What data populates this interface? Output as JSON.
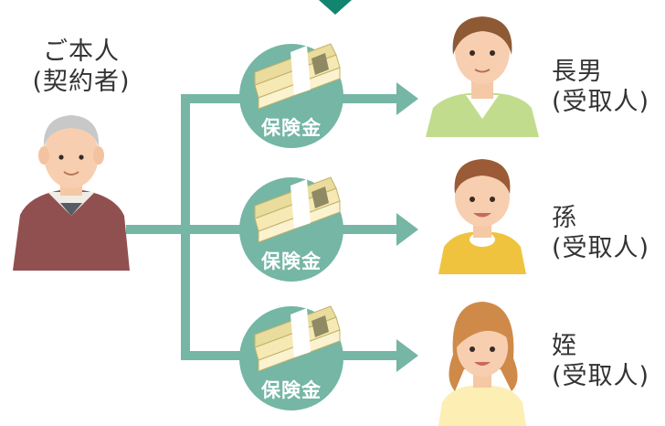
{
  "insured": {
    "line1": "ご本人",
    "line2": "(契約者)"
  },
  "benefit_label": "保険金",
  "recipients": [
    {
      "relation": "長男",
      "role": "(受取人)"
    },
    {
      "relation": "孫",
      "role": "(受取人)"
    },
    {
      "relation": "姪",
      "role": "(受取人)"
    }
  ],
  "colors": {
    "accent": "#75b6a5",
    "top_marker": "#12856e",
    "text": "#333333"
  }
}
